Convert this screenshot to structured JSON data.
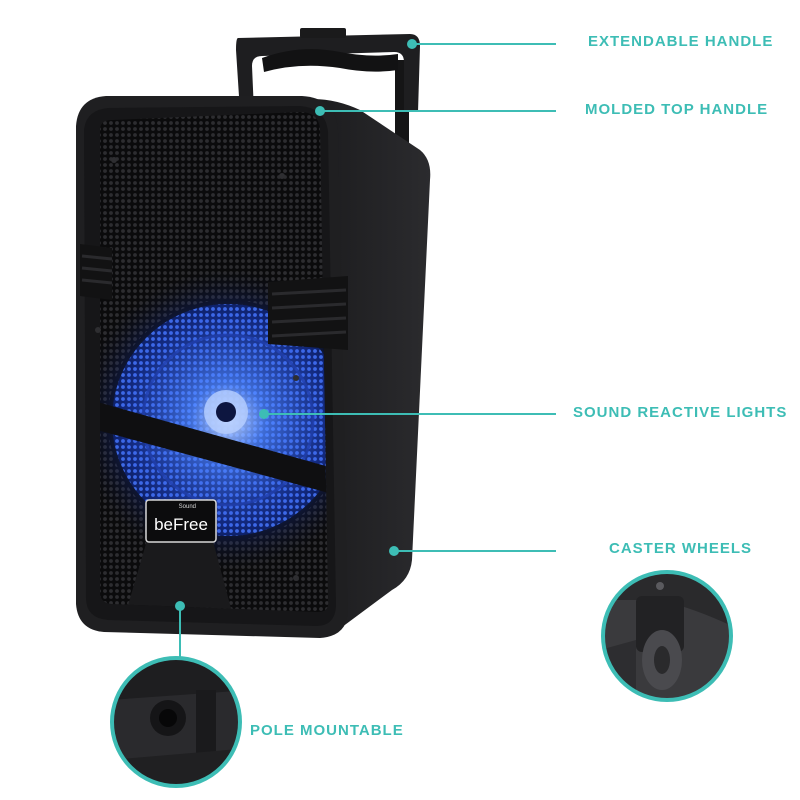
{
  "colors": {
    "accent": "#3dbdb5",
    "speaker_body": "#1c1c1e",
    "speaker_dark": "#0c0c0d",
    "light_glow": "#3a78ff",
    "background": "#ffffff"
  },
  "logo": {
    "text": "beFree",
    "small_text": "Sound"
  },
  "callouts": {
    "extendable_handle": "EXTENDABLE HANDLE",
    "molded_top_handle": "MOLDED TOP HANDLE",
    "sound_reactive_lights": "SOUND REACTIVE LIGHTS",
    "caster_wheels": "CASTER WHEELS",
    "pole_mountable": "POLE MOUNTABLE"
  }
}
